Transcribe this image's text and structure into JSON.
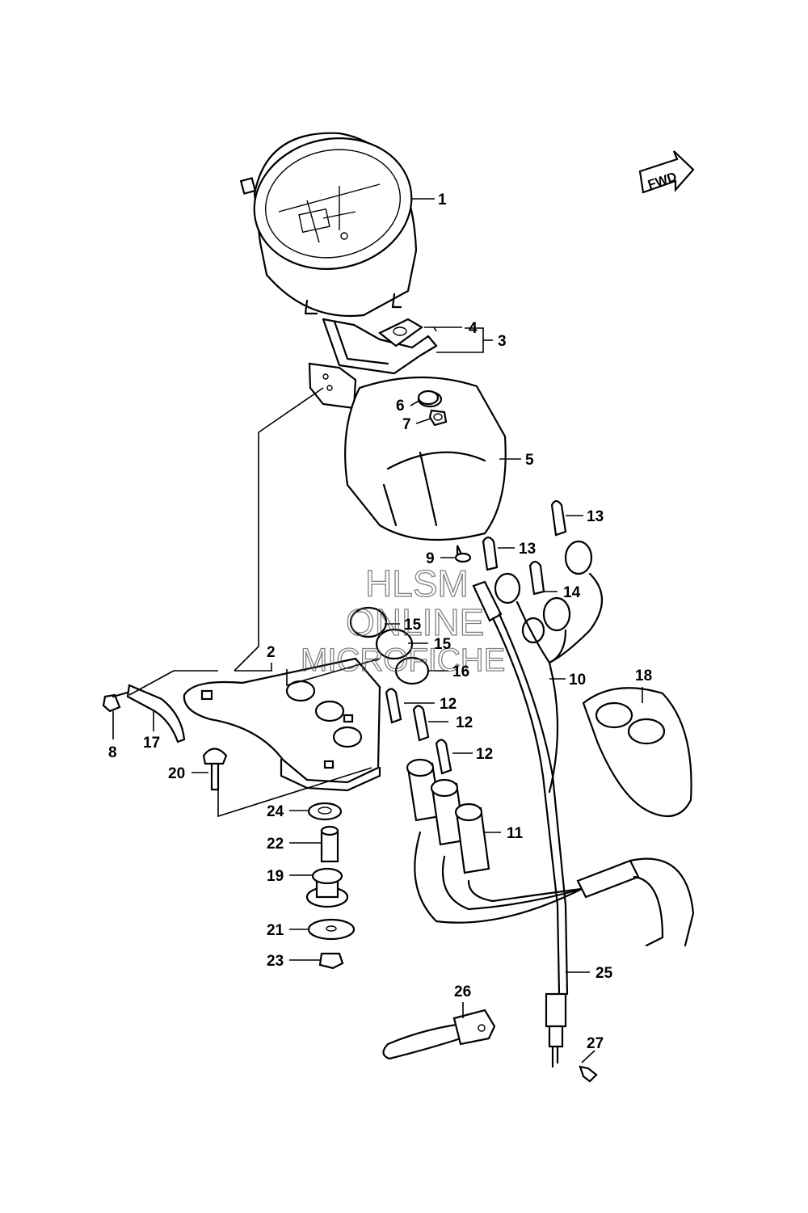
{
  "fwd_label": "FWD",
  "watermark": {
    "line1": "HLSM",
    "line2": "ONLINE",
    "line3": "MICROFICHE"
  },
  "callouts": {
    "c1": "1",
    "c2": "2",
    "c3": "3",
    "c4": "4",
    "c5": "5",
    "c6": "6",
    "c7": "7",
    "c8": "8",
    "c9": "9",
    "c10": "10",
    "c11": "11",
    "c12a": "12",
    "c12b": "12",
    "c12c": "12",
    "c13a": "13",
    "c13b": "13",
    "c14": "14",
    "c15a": "15",
    "c15b": "15",
    "c16": "16",
    "c17": "17",
    "c18": "18",
    "c19": "19",
    "c20": "20",
    "c21": "21",
    "c22": "22",
    "c23": "23",
    "c24": "24",
    "c25": "25",
    "c26": "26",
    "c27": "27"
  },
  "colors": {
    "line": "#000000",
    "background": "#ffffff",
    "watermark": "#555555"
  }
}
